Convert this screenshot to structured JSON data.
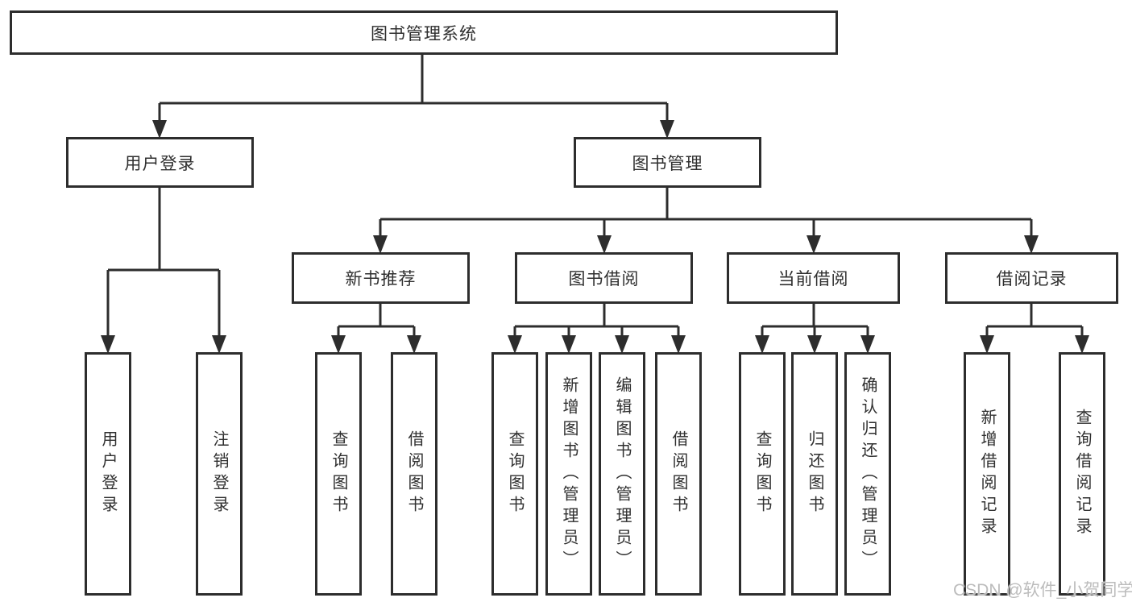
{
  "tree": {
    "root": {
      "label": "图书管理系统",
      "children": [
        {
          "label": "用户登录",
          "children": [
            {
              "label": "用户登录"
            },
            {
              "label": "注销登录"
            }
          ]
        },
        {
          "label": "图书管理",
          "children": [
            {
              "label": "新书推荐",
              "children": [
                {
                  "label": "查询图书"
                },
                {
                  "label": "借阅图书"
                }
              ]
            },
            {
              "label": "图书借阅",
              "children": [
                {
                  "label": "查询图书"
                },
                {
                  "label": "新增图书（管理员）"
                },
                {
                  "label": "编辑图书（管理员）"
                },
                {
                  "label": "借阅图书"
                }
              ]
            },
            {
              "label": "当前借阅",
              "children": [
                {
                  "label": "查询图书"
                },
                {
                  "label": "归还图书"
                },
                {
                  "label": "确认归还（管理员）"
                }
              ]
            },
            {
              "label": "借阅记录",
              "children": [
                {
                  "label": "新增借阅记录"
                },
                {
                  "label": "查询借阅记录"
                }
              ]
            }
          ]
        }
      ]
    }
  },
  "watermark": {
    "text": "CSDN @软件_小贺同学"
  },
  "colors": {
    "line": "#2d2d2d",
    "text": "#2f2f2f",
    "box_bg": "#ffffff",
    "watermark": "#bcbcbc",
    "background": "#ffffff"
  }
}
